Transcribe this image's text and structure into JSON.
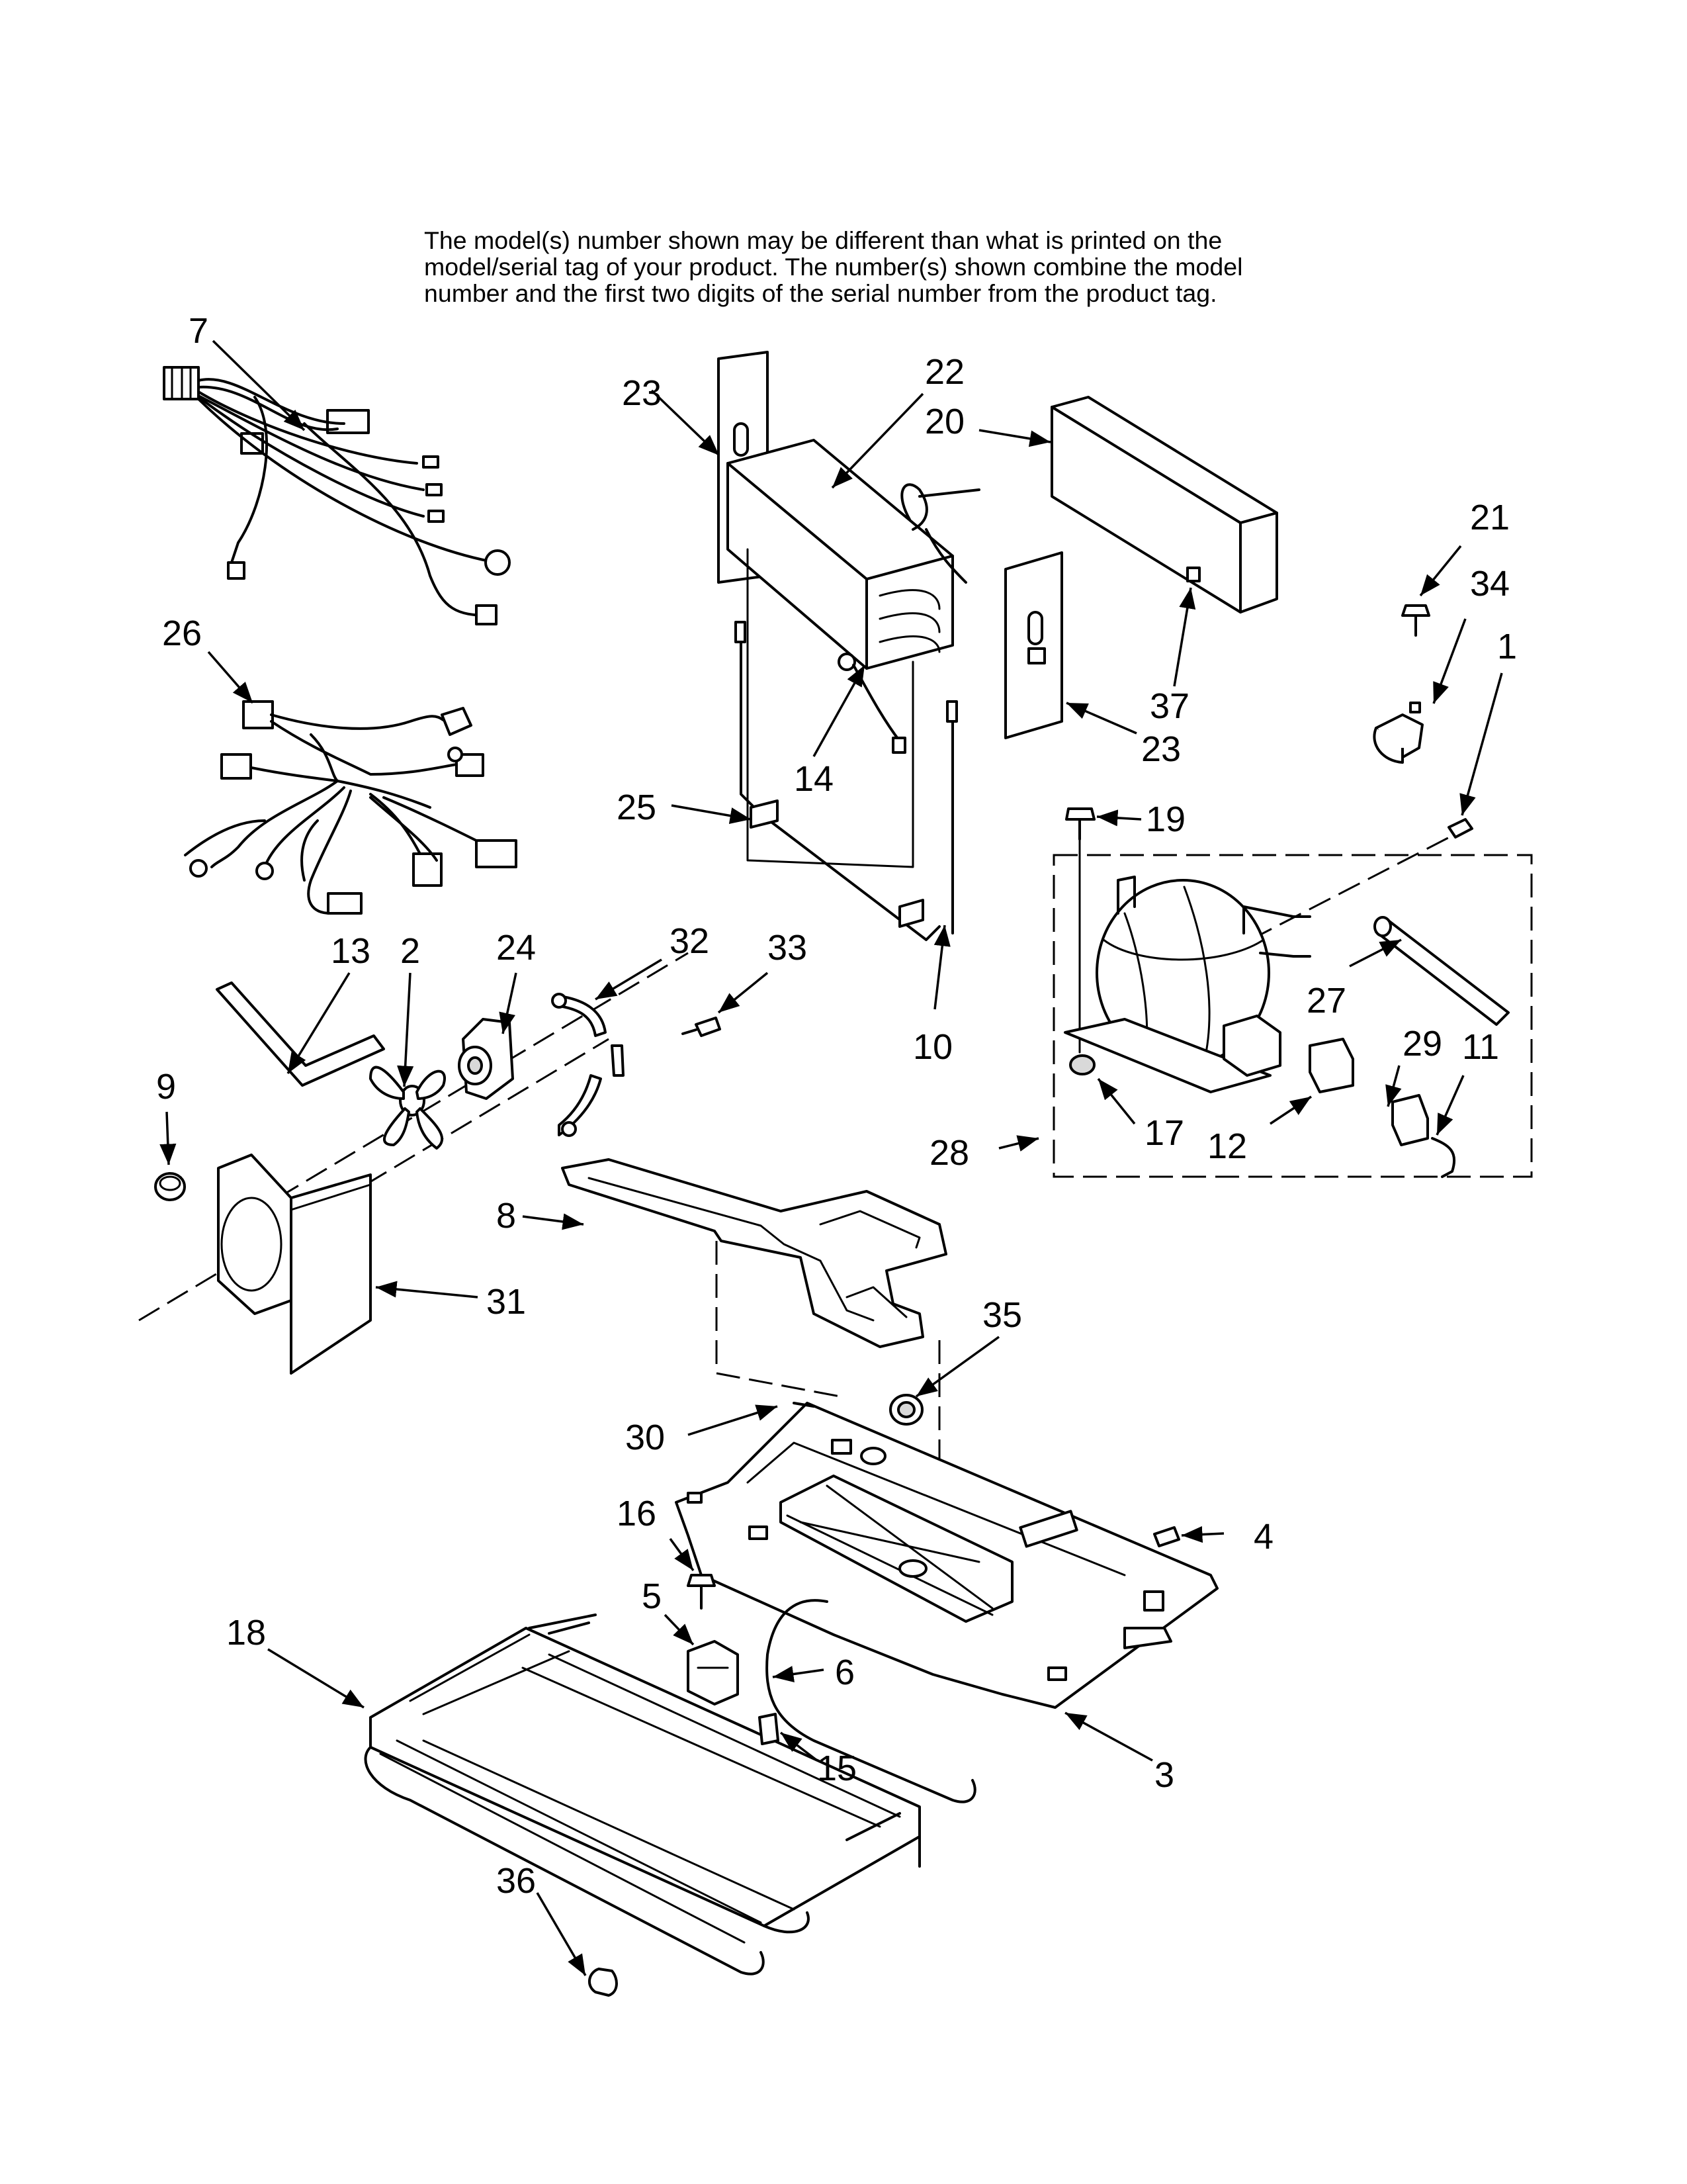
{
  "disclaimer": {
    "line1": "The model(s) number shown may be different than what is printed on the",
    "line2": "model/serial tag of your product. The number(s) shown combine the model",
    "line3": "number and the first two digits of the serial number from the product tag."
  },
  "callouts": {
    "c1": "1",
    "c2": "2",
    "c3": "3",
    "c4": "4",
    "c5": "5",
    "c6": "6",
    "c7": "7",
    "c8": "8",
    "c9": "9",
    "c10": "10",
    "c11": "11",
    "c12": "12",
    "c13": "13",
    "c14": "14",
    "c15": "15",
    "c16": "16",
    "c17": "17",
    "c18": "18",
    "c19": "19",
    "c20": "20",
    "c21": "21",
    "c22": "22",
    "c23a": "23",
    "c23b": "23",
    "c24": "24",
    "c25": "25",
    "c26": "26",
    "c27": "27",
    "c28": "28",
    "c29": "29",
    "c30": "30",
    "c31": "31",
    "c32": "32",
    "c33": "33",
    "c34": "34",
    "c35": "35",
    "c36": "36",
    "c37": "37"
  }
}
